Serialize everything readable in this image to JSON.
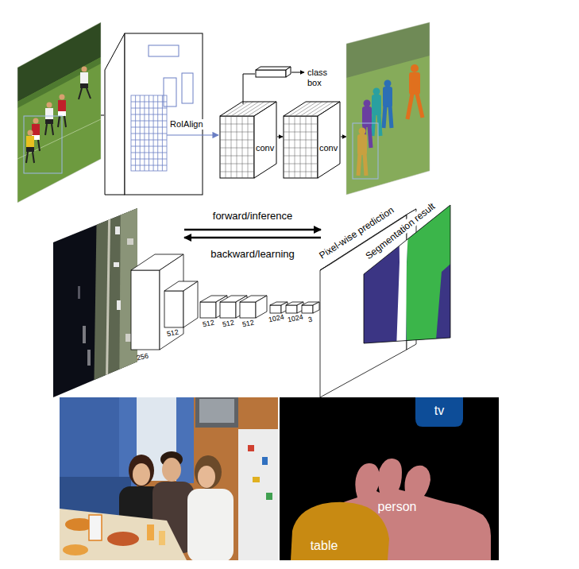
{
  "diagram": {
    "nodes": [
      {
        "text": [
          "tv"
        ]
      },
      {
        "text": [
          "person"
        ]
      },
      {
        "text": [
          "table"
        ]
      }
    ],
    "labels": [
      "RoIAlign",
      "class box",
      "conv",
      "conv",
      "forward/inference",
      "backward/learning",
      "256",
      "512",
      "512",
      "512",
      "512",
      "1024",
      "1024",
      "3",
      "Pixel-wise prediction",
      "Segmentation result"
    ]
  }
}
